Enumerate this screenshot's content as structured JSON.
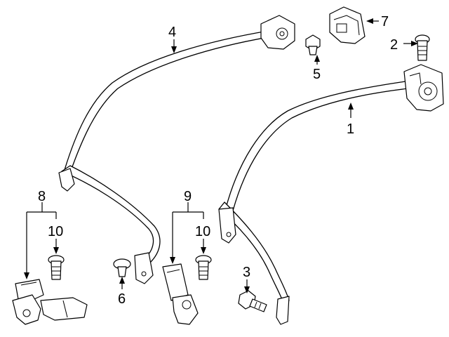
{
  "callouts": {
    "c1": "1",
    "c2": "2",
    "c3": "3",
    "c4": "4",
    "c5": "5",
    "c6": "6",
    "c7": "7",
    "c8": "8",
    "c9": "9",
    "c10a": "10",
    "c10b": "10"
  }
}
